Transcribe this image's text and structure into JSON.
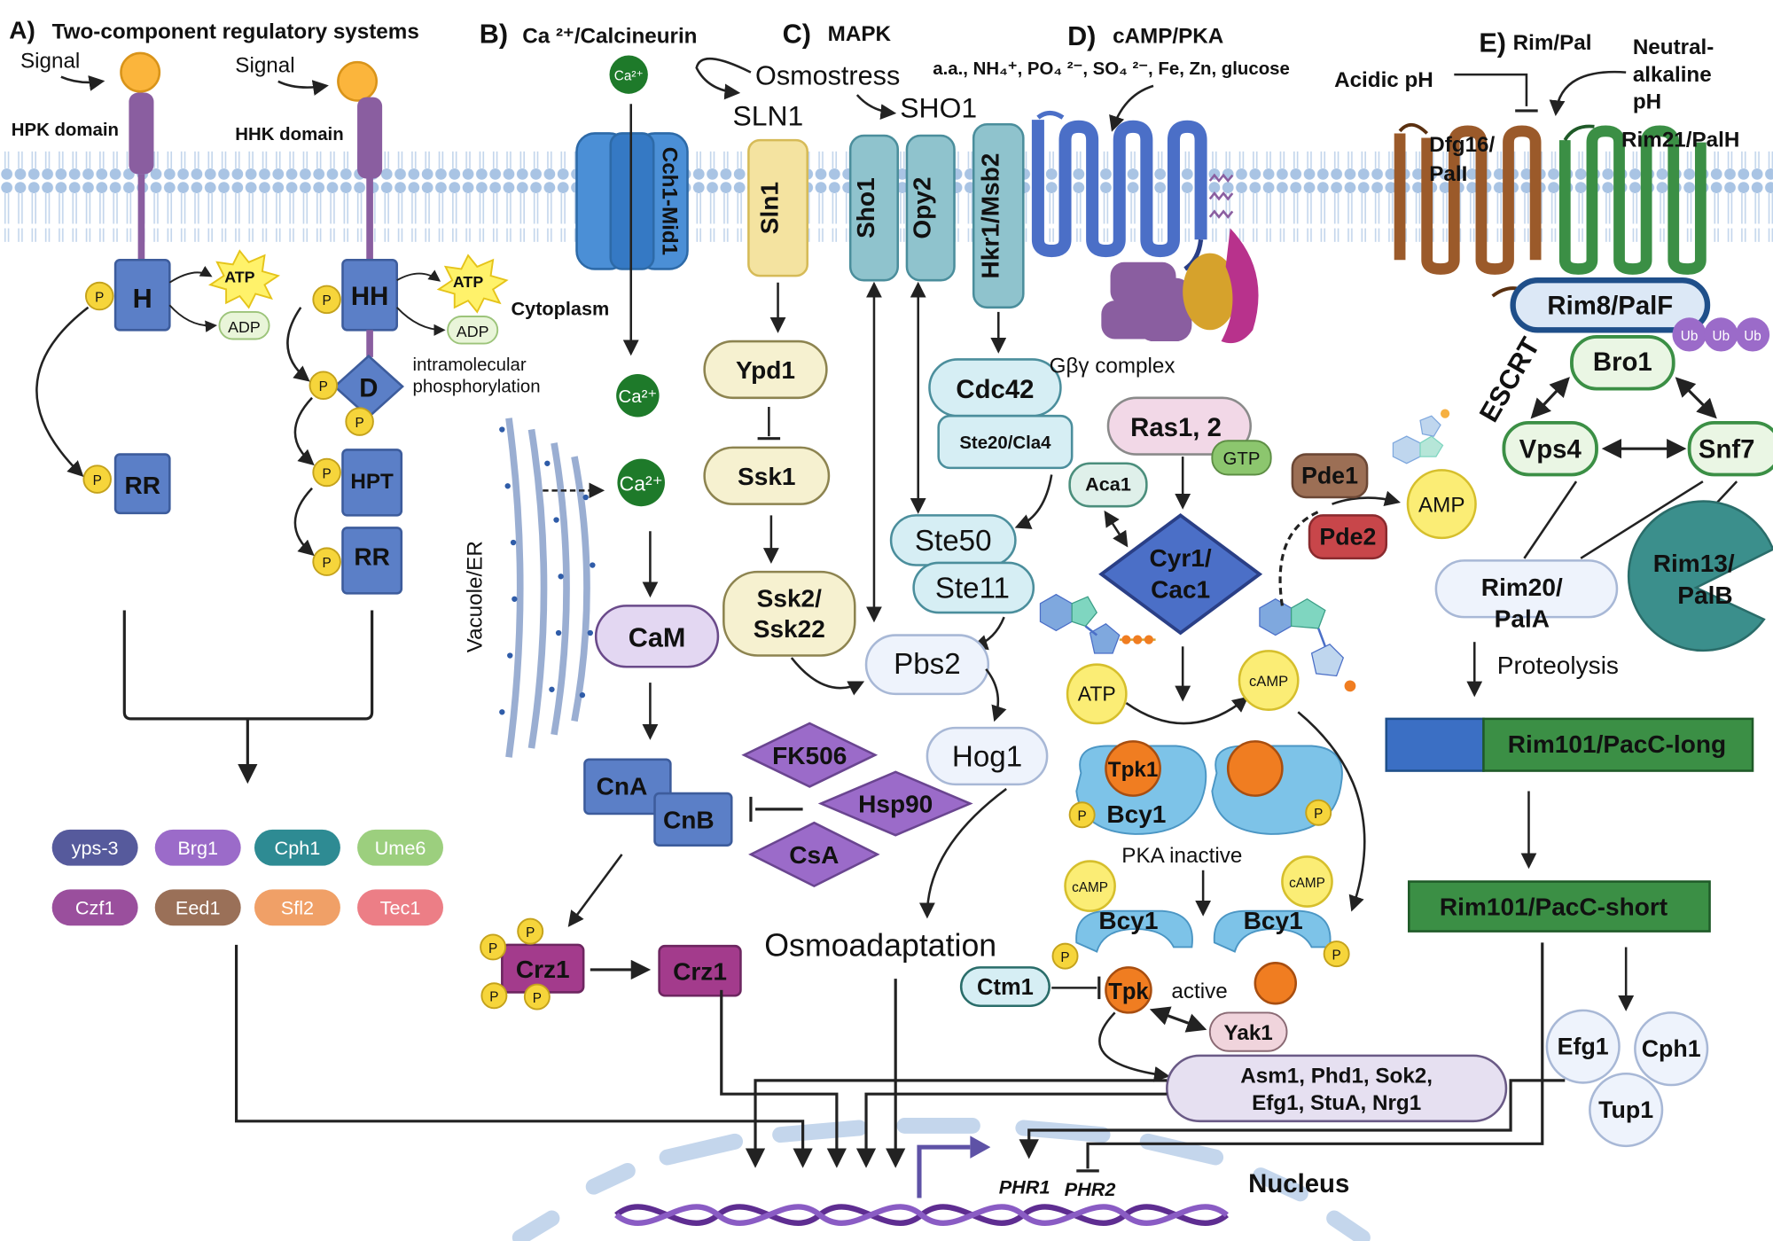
{
  "colors": {
    "membrane_head": "#a9c4e4",
    "hk_blue": "#5b7fc7",
    "phospho_yellow": "#f6d53b",
    "ca_green": "#1e7a2a",
    "crz_magenta": "#a33b8c",
    "pka_orange": "#f07d21",
    "rim_green": "#3b8f45",
    "pal_brown": "#9b5a2a",
    "bcy_blue": "#7dc3e8"
  },
  "panels": {
    "a": "A)",
    "a_title": "Two-component regulatory systems",
    "b": "B)",
    "b_title": "Ca ²⁺/Calcineurin",
    "c": "C)",
    "c_title": "MAPK",
    "d": "D)",
    "d_title": "cAMP/PKA",
    "e": "E)",
    "e_title": "Rim/Pal"
  },
  "tcs": {
    "signal_left": "Signal",
    "signal_right": "Signal",
    "hpk_domain": "HPK domain",
    "hhk_domain": "HHK domain",
    "h": "H",
    "hh": "HH",
    "d": "D",
    "rr": "RR",
    "hpt": "HPT",
    "rr2": "RR",
    "atp": "ATP",
    "adp": "ADP",
    "p": "P",
    "intramolecular": "intramolecular",
    "phosphorylation": "phosphorylation",
    "tf_labels": [
      "yps-3",
      "Brg1",
      "Cph1",
      "Ume6",
      "Czf1",
      "Eed1",
      "Sfl2",
      "Tec1"
    ]
  },
  "calcineurin": {
    "ca_ion": "Ca²⁺",
    "channel": "Cch1-Mid1",
    "cytoplasm": "Cytoplasm",
    "vacuole": "Vacuole/ER",
    "cam": "CaM",
    "cna": "CnA",
    "cnb": "CnB",
    "fk506": "FK506",
    "hsp90": "Hsp90",
    "csa": "CsA",
    "crz1": "Crz1"
  },
  "mapk": {
    "osmostress": "Osmostress",
    "sln1_head": "SLN1",
    "sho1_head": "SHO1",
    "sln1": "Sln1",
    "sho1": "Sho1",
    "opy2": "Opy2",
    "hkr1": "Hkr1/Msb2",
    "ypd1": "Ypd1",
    "ssk1": "Ssk1",
    "ssk2": "Ssk2/",
    "ssk22": "Ssk22",
    "cdc42": "Cdc42",
    "ste20": "Ste20/Cla4",
    "ste50": "Ste50",
    "ste11": "Ste11",
    "pbs2": "Pbs2",
    "hog1": "Hog1",
    "osmoadaptation": "Osmoadaptation"
  },
  "pka": {
    "nutrients": "a.a., NH₄⁺, PO₄ ²⁻, SO₄ ²⁻, Fe, Zn, glucose",
    "gbg": "Gβγ complex",
    "ras": "Ras1, 2",
    "gtp": "GTP",
    "aca1": "Aca1",
    "cyr1": "Cyr1/",
    "cac1": "Cac1",
    "pde1": "Pde1",
    "pde2": "Pde2",
    "amp": "AMP",
    "atp": "ATP",
    "camp": "cAMP",
    "tpk1": "Tpk1",
    "bcy1": "Bcy1",
    "pka_inactive": "PKA inactive",
    "tpk": "Tpk",
    "active": "active",
    "ctm1": "Ctm1",
    "yak1": "Yak1",
    "tf_line1": "Asm1, Phd1, Sok2,",
    "tf_line2": "Efg1, StuA, Nrg1"
  },
  "rim": {
    "acidic": "Acidic pH",
    "neutral1": "Neutral-",
    "neutral2": "alkaline",
    "neutral3": "pH",
    "dfg16": "Dfg16/",
    "pali": "PalI",
    "rim21": "Rim21/PalH",
    "rim8": "Rim8/PalF",
    "ub": "Ub",
    "escrt": "ESCRT",
    "bro1": "Bro1",
    "vps4": "Vps4",
    "snf7": "Snf7",
    "rim20a": "Rim20/",
    "rim20b": "PalA",
    "rim13a": "Rim13/",
    "rim13b": "PalB",
    "proteolysis": "Proteolysis",
    "long": "Rim101/PacC-long",
    "short": "Rim101/PacC-short",
    "efg1": "Efg1",
    "cph1": "Cph1",
    "tup1": "Tup1"
  },
  "nucleus": {
    "label": "Nucleus",
    "phr1": "PHR1",
    "phr2": "PHR2"
  }
}
